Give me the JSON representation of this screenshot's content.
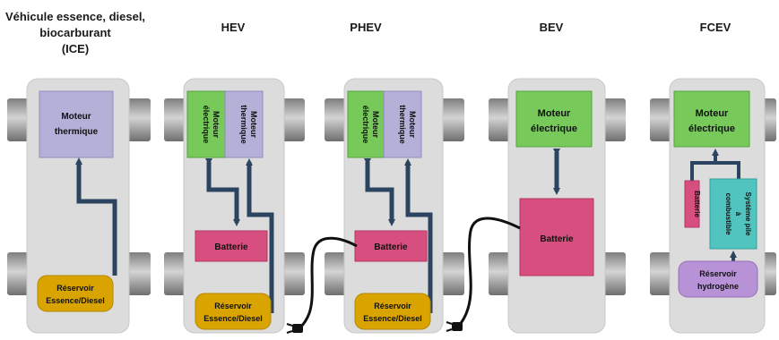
{
  "columns": [
    {
      "id": "ice",
      "title": "Véhicule essence, diesel, biocarburant (ICE)",
      "title_lines": [
        "Véhicule essence, diesel,",
        "biocarburant",
        "(ICE)"
      ]
    },
    {
      "id": "hev",
      "title": "HEV"
    },
    {
      "id": "phev",
      "title": "PHEV"
    },
    {
      "id": "bev",
      "title": "BEV"
    },
    {
      "id": "fcev",
      "title": "FCEV"
    }
  ],
  "labels": {
    "moteur_thermique": [
      "Moteur",
      "thermique"
    ],
    "moteur_electrique": [
      "Moteur",
      "électrique"
    ],
    "batterie": "Batterie",
    "reservoir_essence": [
      "Réservoir",
      "Essence/Diesel"
    ],
    "reservoir_hydrogene": [
      "Réservoir",
      "hydrogène"
    ],
    "pile": [
      "Système pile",
      "à",
      "combustible"
    ]
  },
  "colors": {
    "chassis": "#dcdcdc",
    "wheel": "#a8a8a8",
    "motor_thermal": "#b4b0d8",
    "motor_electric": "#77c95a",
    "battery": "#d64f7e",
    "tank_fuel": "#d9a400",
    "tank_h2": "#b892d6",
    "fuel_cell": "#52c4c0",
    "arrow": "#2b4460"
  }
}
